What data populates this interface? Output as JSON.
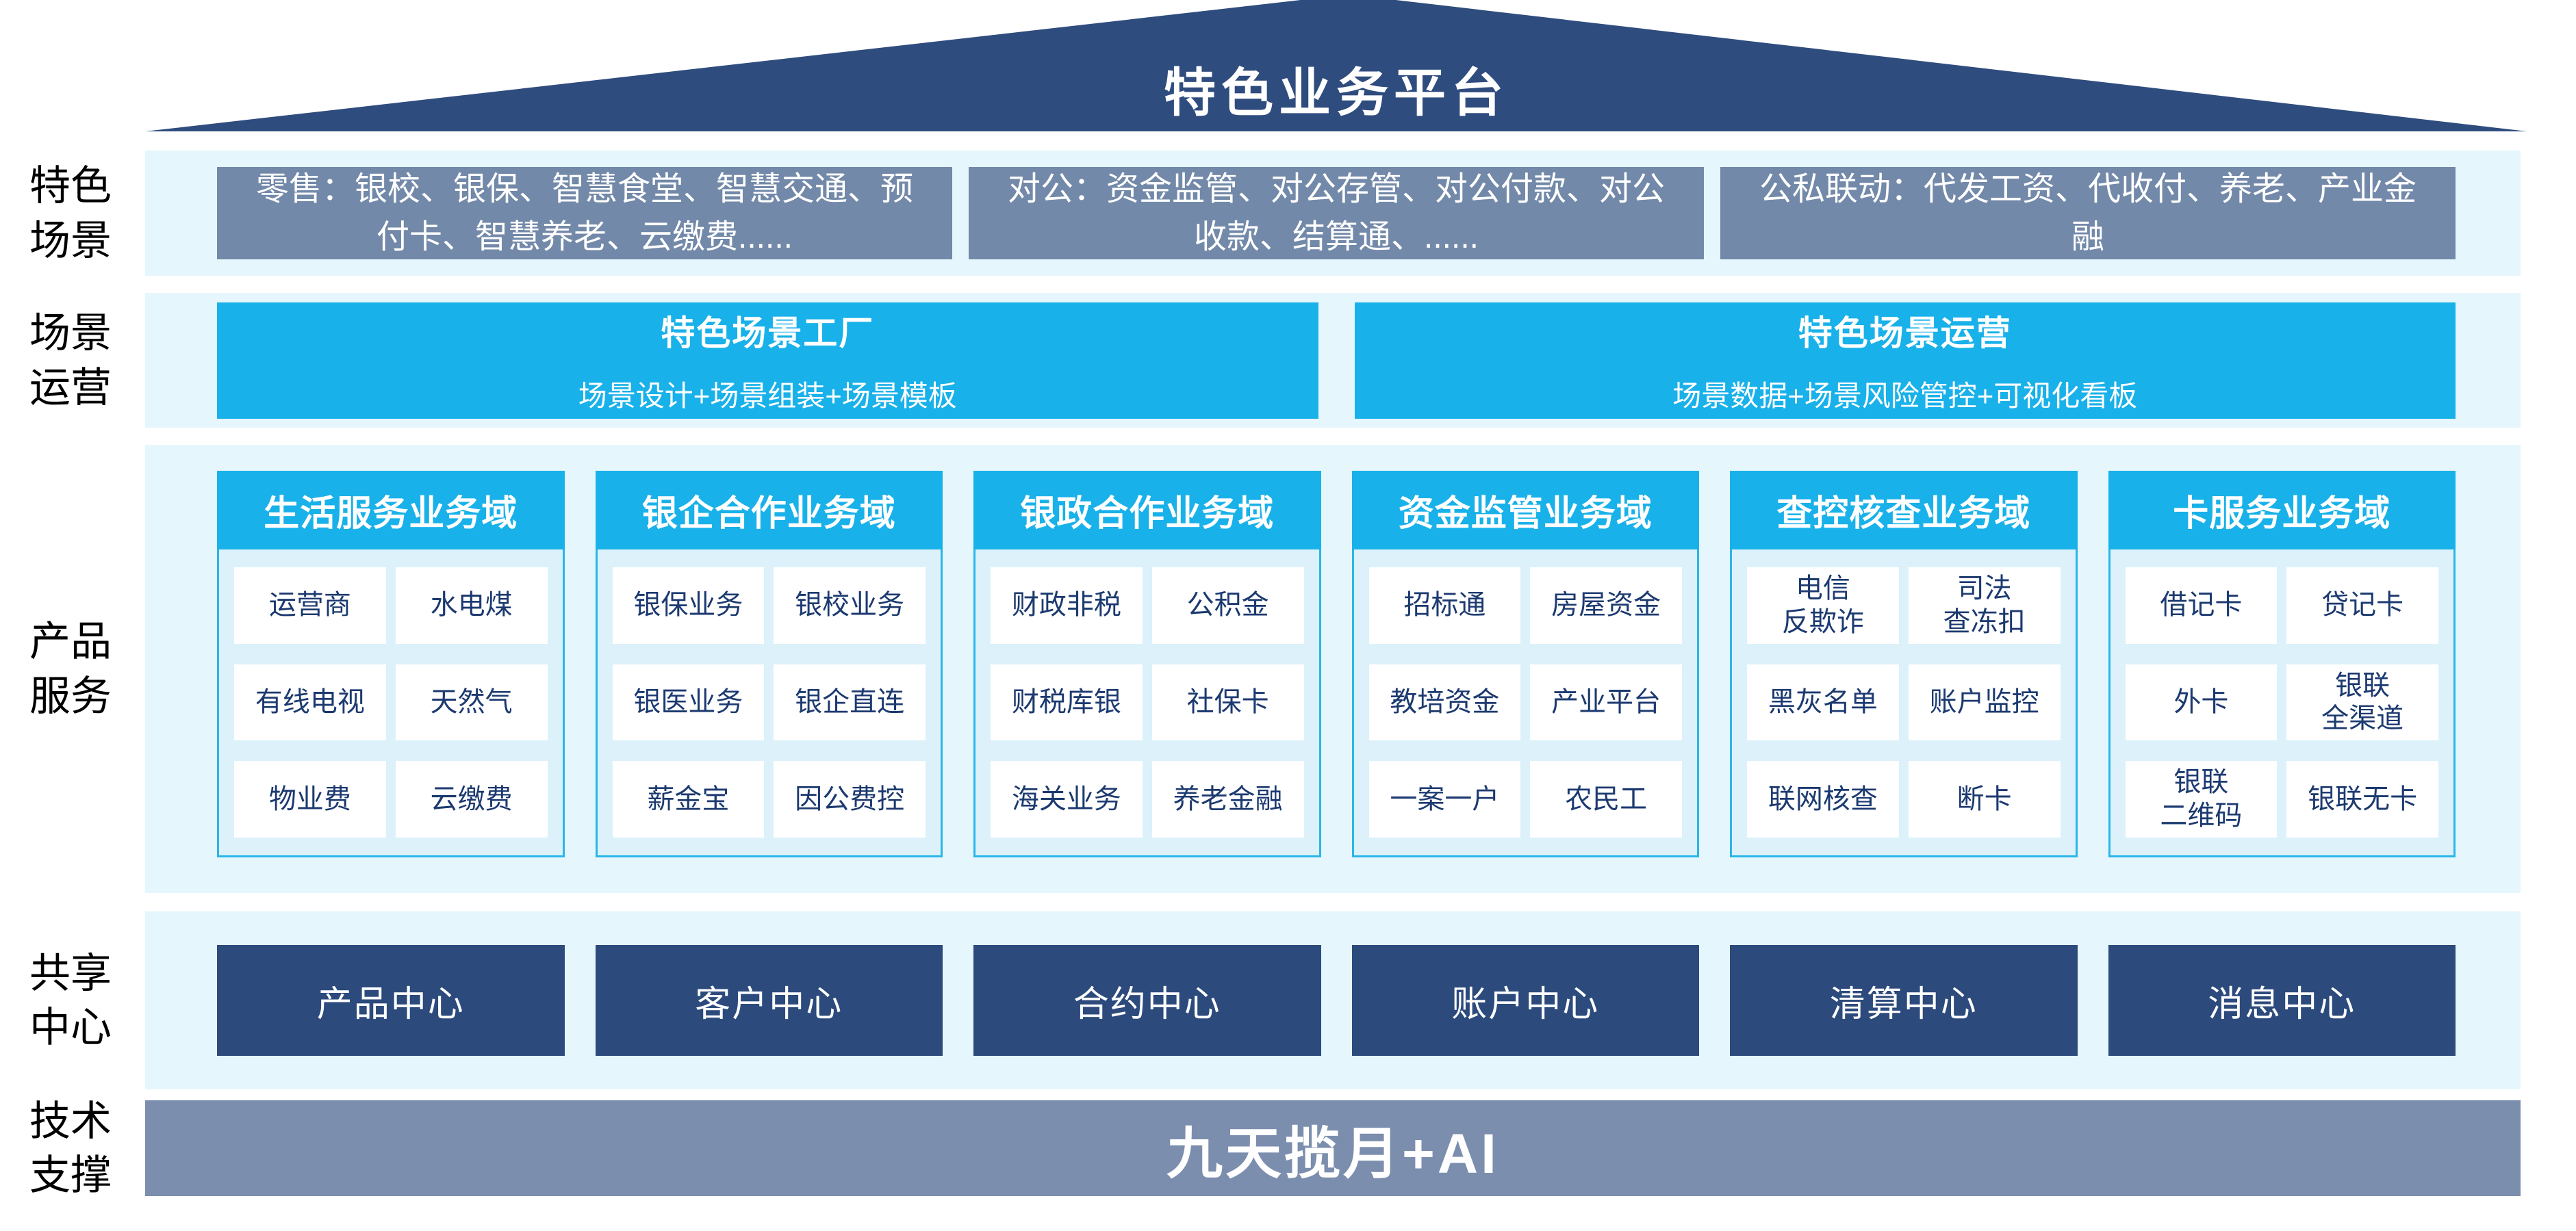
{
  "roof": {
    "title": "特色业务平台"
  },
  "colors": {
    "roof_navy": "#2F4C7E",
    "band_light_blue": "#E6F6FD",
    "scenario_slate": "#7389A9",
    "accent_cyan": "#19B1E9",
    "column_body_blue": "#DCF1FA",
    "cell_text_navy": "#1C3A70",
    "center_navy": "#2C4A7C",
    "tech_gray_blue": "#7C8EAE"
  },
  "side_labels": [
    "特色\n场景",
    "场景\n运营",
    "产品\n服务",
    "共享\n中心",
    "技术\n支撑"
  ],
  "scenario_row": {
    "boxes": [
      "零售：银校、银保、智慧食堂、智慧交通、预付卡、智慧养老、云缴费......",
      "对公：资金监管、对公存管、对公付款、对公收款、结算通、......",
      "公私联动：代发工资、代收付、养老、产业金融"
    ]
  },
  "operation_row": {
    "boxes": [
      {
        "title": "特色场景工厂",
        "subtitle": "场景设计+场景组装+场景模板"
      },
      {
        "title": "特色场景运营",
        "subtitle": "场景数据+场景风险管控+可视化看板"
      }
    ]
  },
  "product_row": {
    "columns": [
      {
        "header": "生活服务业务域",
        "cells": [
          "运营商",
          "水电煤",
          "有线电视",
          "天然气",
          "物业费",
          "云缴费"
        ]
      },
      {
        "header": "银企合作业务域",
        "cells": [
          "银保业务",
          "银校业务",
          "银医业务",
          "银企直连",
          "薪金宝",
          "因公费控"
        ]
      },
      {
        "header": "银政合作业务域",
        "cells": [
          "财政非税",
          "公积金",
          "财税库银",
          "社保卡",
          "海关业务",
          "养老金融"
        ]
      },
      {
        "header": "资金监管业务域",
        "cells": [
          "招标通",
          "房屋资金",
          "教培资金",
          "产业平台",
          "一案一户",
          "农民工"
        ]
      },
      {
        "header": "查控核查业务域",
        "cells": [
          "电信\n反欺诈",
          "司法\n查冻扣",
          "黑灰名单",
          "账户监控",
          "联网核查",
          "断卡"
        ]
      },
      {
        "header": "卡服务业务域",
        "cells": [
          "借记卡",
          "贷记卡",
          "外卡",
          "银联\n全渠道",
          "银联\n二维码",
          "银联无卡"
        ]
      }
    ]
  },
  "center_row": {
    "boxes": [
      "产品中心",
      "客户中心",
      "合约中心",
      "账户中心",
      "清算中心",
      "消息中心"
    ]
  },
  "tech_row": {
    "label": "九天揽月+AI"
  }
}
